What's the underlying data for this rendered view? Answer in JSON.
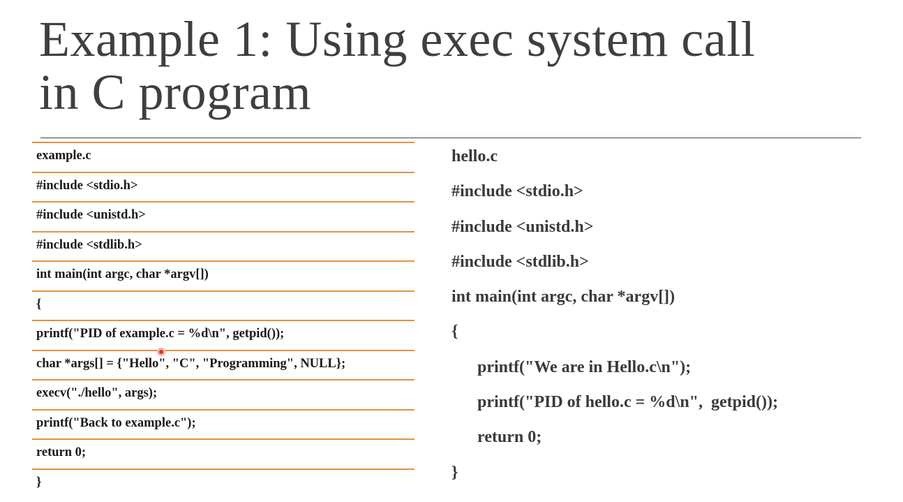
{
  "slide": {
    "title_line1": "Example 1: Using exec system call",
    "title_line2": "in C program"
  },
  "left_code": {
    "lines": [
      "example.c",
      "#include <stdio.h>",
      "#include <unistd.h>",
      "#include <stdlib.h>",
      "int main(int argc, char *argv[])",
      "{",
      "printf(\"PID of example.c = %d\\n\", getpid());",
      "char *args[] = {\"Hello\", \"C\", \"Programming\", NULL};",
      "execv(\"./hello\", args);",
      "printf(\"Back to example.c\");",
      "return 0;",
      "}"
    ]
  },
  "right_code": {
    "lines": [
      "hello.c",
      "#include <stdio.h>",
      "#include <unistd.h>",
      "#include <stdlib.h>",
      "int main(int argc, char *argv[])",
      "{",
      "printf(\"We are in Hello.c\\n\");",
      "printf(\"PID of hello.c = %d\\n\",  getpid());",
      "return 0;",
      "}"
    ]
  },
  "colors": {
    "row_divider": "#e3923d",
    "title_text": "#3f3f3f",
    "cursor_dot": "#e0301e"
  }
}
